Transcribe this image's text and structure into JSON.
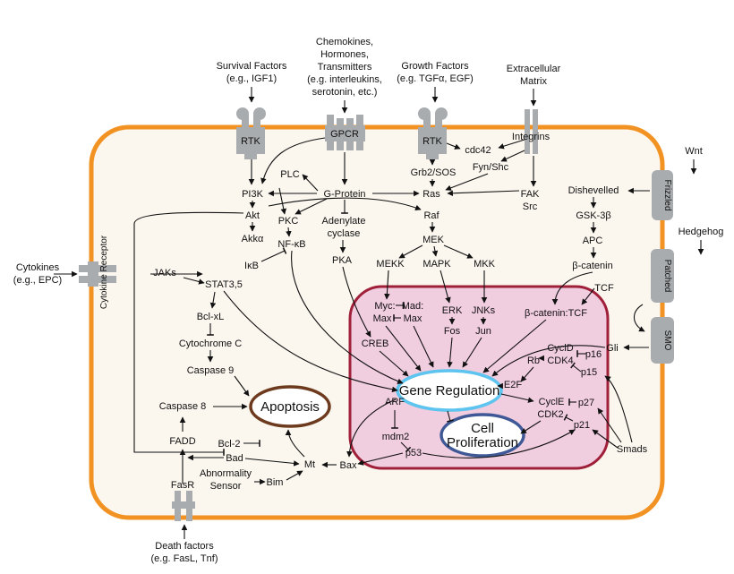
{
  "labels": {
    "survival": [
      "Survival Factors",
      "(e.g., IGF1)"
    ],
    "chemokines": [
      "Chemokines,",
      "Hormones,",
      "Transmitters",
      "(e.g. interleukins,",
      "serotonin, etc.)"
    ],
    "growth": [
      "Growth Factors",
      "(e.g. TGFα, EGF)"
    ],
    "ecm": [
      "Extracellular",
      "Matrix"
    ],
    "wnt": "Wnt",
    "hedgehog": "Hedgehog",
    "cytokines": [
      "Cytokines",
      "(e.g., EPC)"
    ],
    "death": [
      "Death factors",
      "(e.g. FasL, Tnf)"
    ]
  },
  "receptors": {
    "rtk1": "RTK",
    "gpcr": "GPCR",
    "rtk2": "RTK",
    "integrins": "Integrins",
    "frizzled": "Frizzled",
    "patched": "Patched",
    "smo": "SMO",
    "cytokine_receptor": "Cytokine Receptor",
    "fasr": "FasR"
  },
  "nodes": {
    "cdc42": "cdc42",
    "grb2": "Grb2/SOS",
    "fyn": "Fyn/Shc",
    "fak": "FAK",
    "src": "Src",
    "plc": "PLC",
    "pi3k": "PI3K",
    "gprotein": "G-Protein",
    "ras": "Ras",
    "akt": "Akt",
    "pkc": "PKC",
    "adenylate": [
      "Adenylate",
      "cyclase"
    ],
    "raf": "Raf",
    "akka": "Akkα",
    "nfkb": "NF-κB",
    "ikb": "IκB",
    "pka": "PKA",
    "mek": "MEK",
    "mekk": "MEKK",
    "mapk": "MAPK",
    "mkk": "MKK",
    "dishevelled": "Dishevelled",
    "gsk": "GSK-3β",
    "apc": "APC",
    "bcat": "β-catenin",
    "tcf": "TCF",
    "jaks": "JAKs",
    "stat": "STAT3,5",
    "bclxl": "Bcl-xL",
    "cytc": "Cytochrome C",
    "casp9": "Caspase 9",
    "casp8": "Caspase 8",
    "fadd": "FADD",
    "bad": "Bad",
    "bcl2": "Bcl-2",
    "abnormality": [
      "Abnormality",
      "Sensor"
    ],
    "bim": "Bim",
    "mt": "Mt",
    "bax": "Bax",
    "myc": "Myc:",
    "mad": "Mad:",
    "max1": "Max",
    "max2": "Max",
    "erk": "ERK",
    "fos": "Fos",
    "jnks": "JNKs",
    "jun": "Jun",
    "creb": "CREB",
    "bcattcf": "β-catenin:TCF",
    "gli": "Gli",
    "cycld": "CyclD",
    "cdk4": "CDK4",
    "rb": "Rb",
    "p16": "p16",
    "p15": "p15",
    "e2f": "E2F",
    "cycle": "CyclE",
    "cdk2": "CDK2",
    "p27": "p27",
    "p21": "p21",
    "smads": "Smads",
    "arf": "ARF",
    "mdm2": "mdm2",
    "p53": "p53"
  },
  "outcomes": {
    "gene": "Gene Regulation",
    "apoptosis": "Apoptosis",
    "prolif": [
      "Cell",
      "Proliferation"
    ]
  },
  "colors": {
    "cell_border": "#f29222",
    "nucleus_fill": "#f1cde0",
    "nucleus_border": "#a0203a",
    "gene_border": "#5cc4ee",
    "apoptosis_border": "#6e3a1e",
    "prolif_border": "#3f5896",
    "receptor": "#a9acaf"
  }
}
